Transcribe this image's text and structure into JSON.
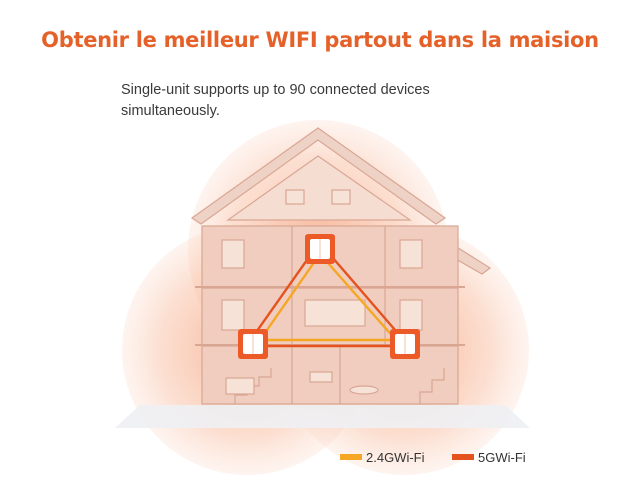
{
  "headline": "Obtenir le meilleur WIFI partout dans la maision",
  "subtitle": "Single-unit supports up to 90 connected devices simultaneously.",
  "legend": {
    "items": [
      {
        "label": "2.4GWi-Fi",
        "color": "#f5a623"
      },
      {
        "label": "5GWi-Fi",
        "color": "#e4531e"
      }
    ]
  },
  "colors": {
    "headline": "#e4622a",
    "subtitle": "#3a3a3a",
    "coverage": "#f6a987",
    "house": "#f1ccbd",
    "house_line": "#d9a693",
    "node": "#ec5a28"
  },
  "icons": [
    "mesh-router-icon"
  ]
}
